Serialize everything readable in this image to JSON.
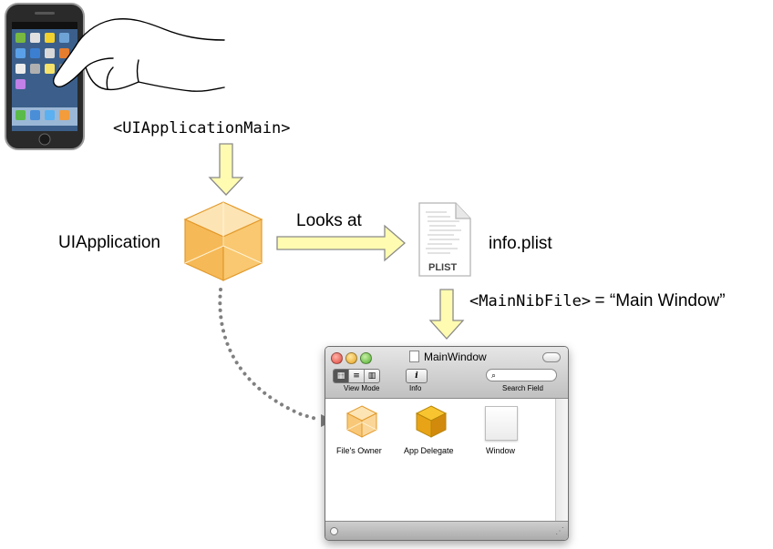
{
  "labels": {
    "ui_application_main": "<UIApplicationMain>",
    "ui_application": "UIApplication",
    "looks_at": "Looks at",
    "info_plist": "info.plist",
    "plist_badge": "PLIST",
    "main_nib_key": "<MainNibFile>",
    "main_nib_value": "= “Main Window”"
  },
  "window": {
    "title": "MainWindow",
    "toolbar": {
      "view_mode": "View Mode",
      "info": "Info",
      "search_field": "Search Field",
      "info_glyph": "i",
      "search_glyph": "🔍"
    },
    "items": [
      {
        "label": "File's Owner",
        "icon": "file-owner-cube-icon"
      },
      {
        "label": "App Delegate",
        "icon": "app-delegate-cube-icon"
      },
      {
        "label": "Window",
        "icon": "window-icon"
      }
    ]
  },
  "colors": {
    "arrow_fill": "#fffbb0",
    "arrow_stroke": "#8a8a8a",
    "cube_orange": "#f6b957",
    "dotted_line": "#808080"
  }
}
